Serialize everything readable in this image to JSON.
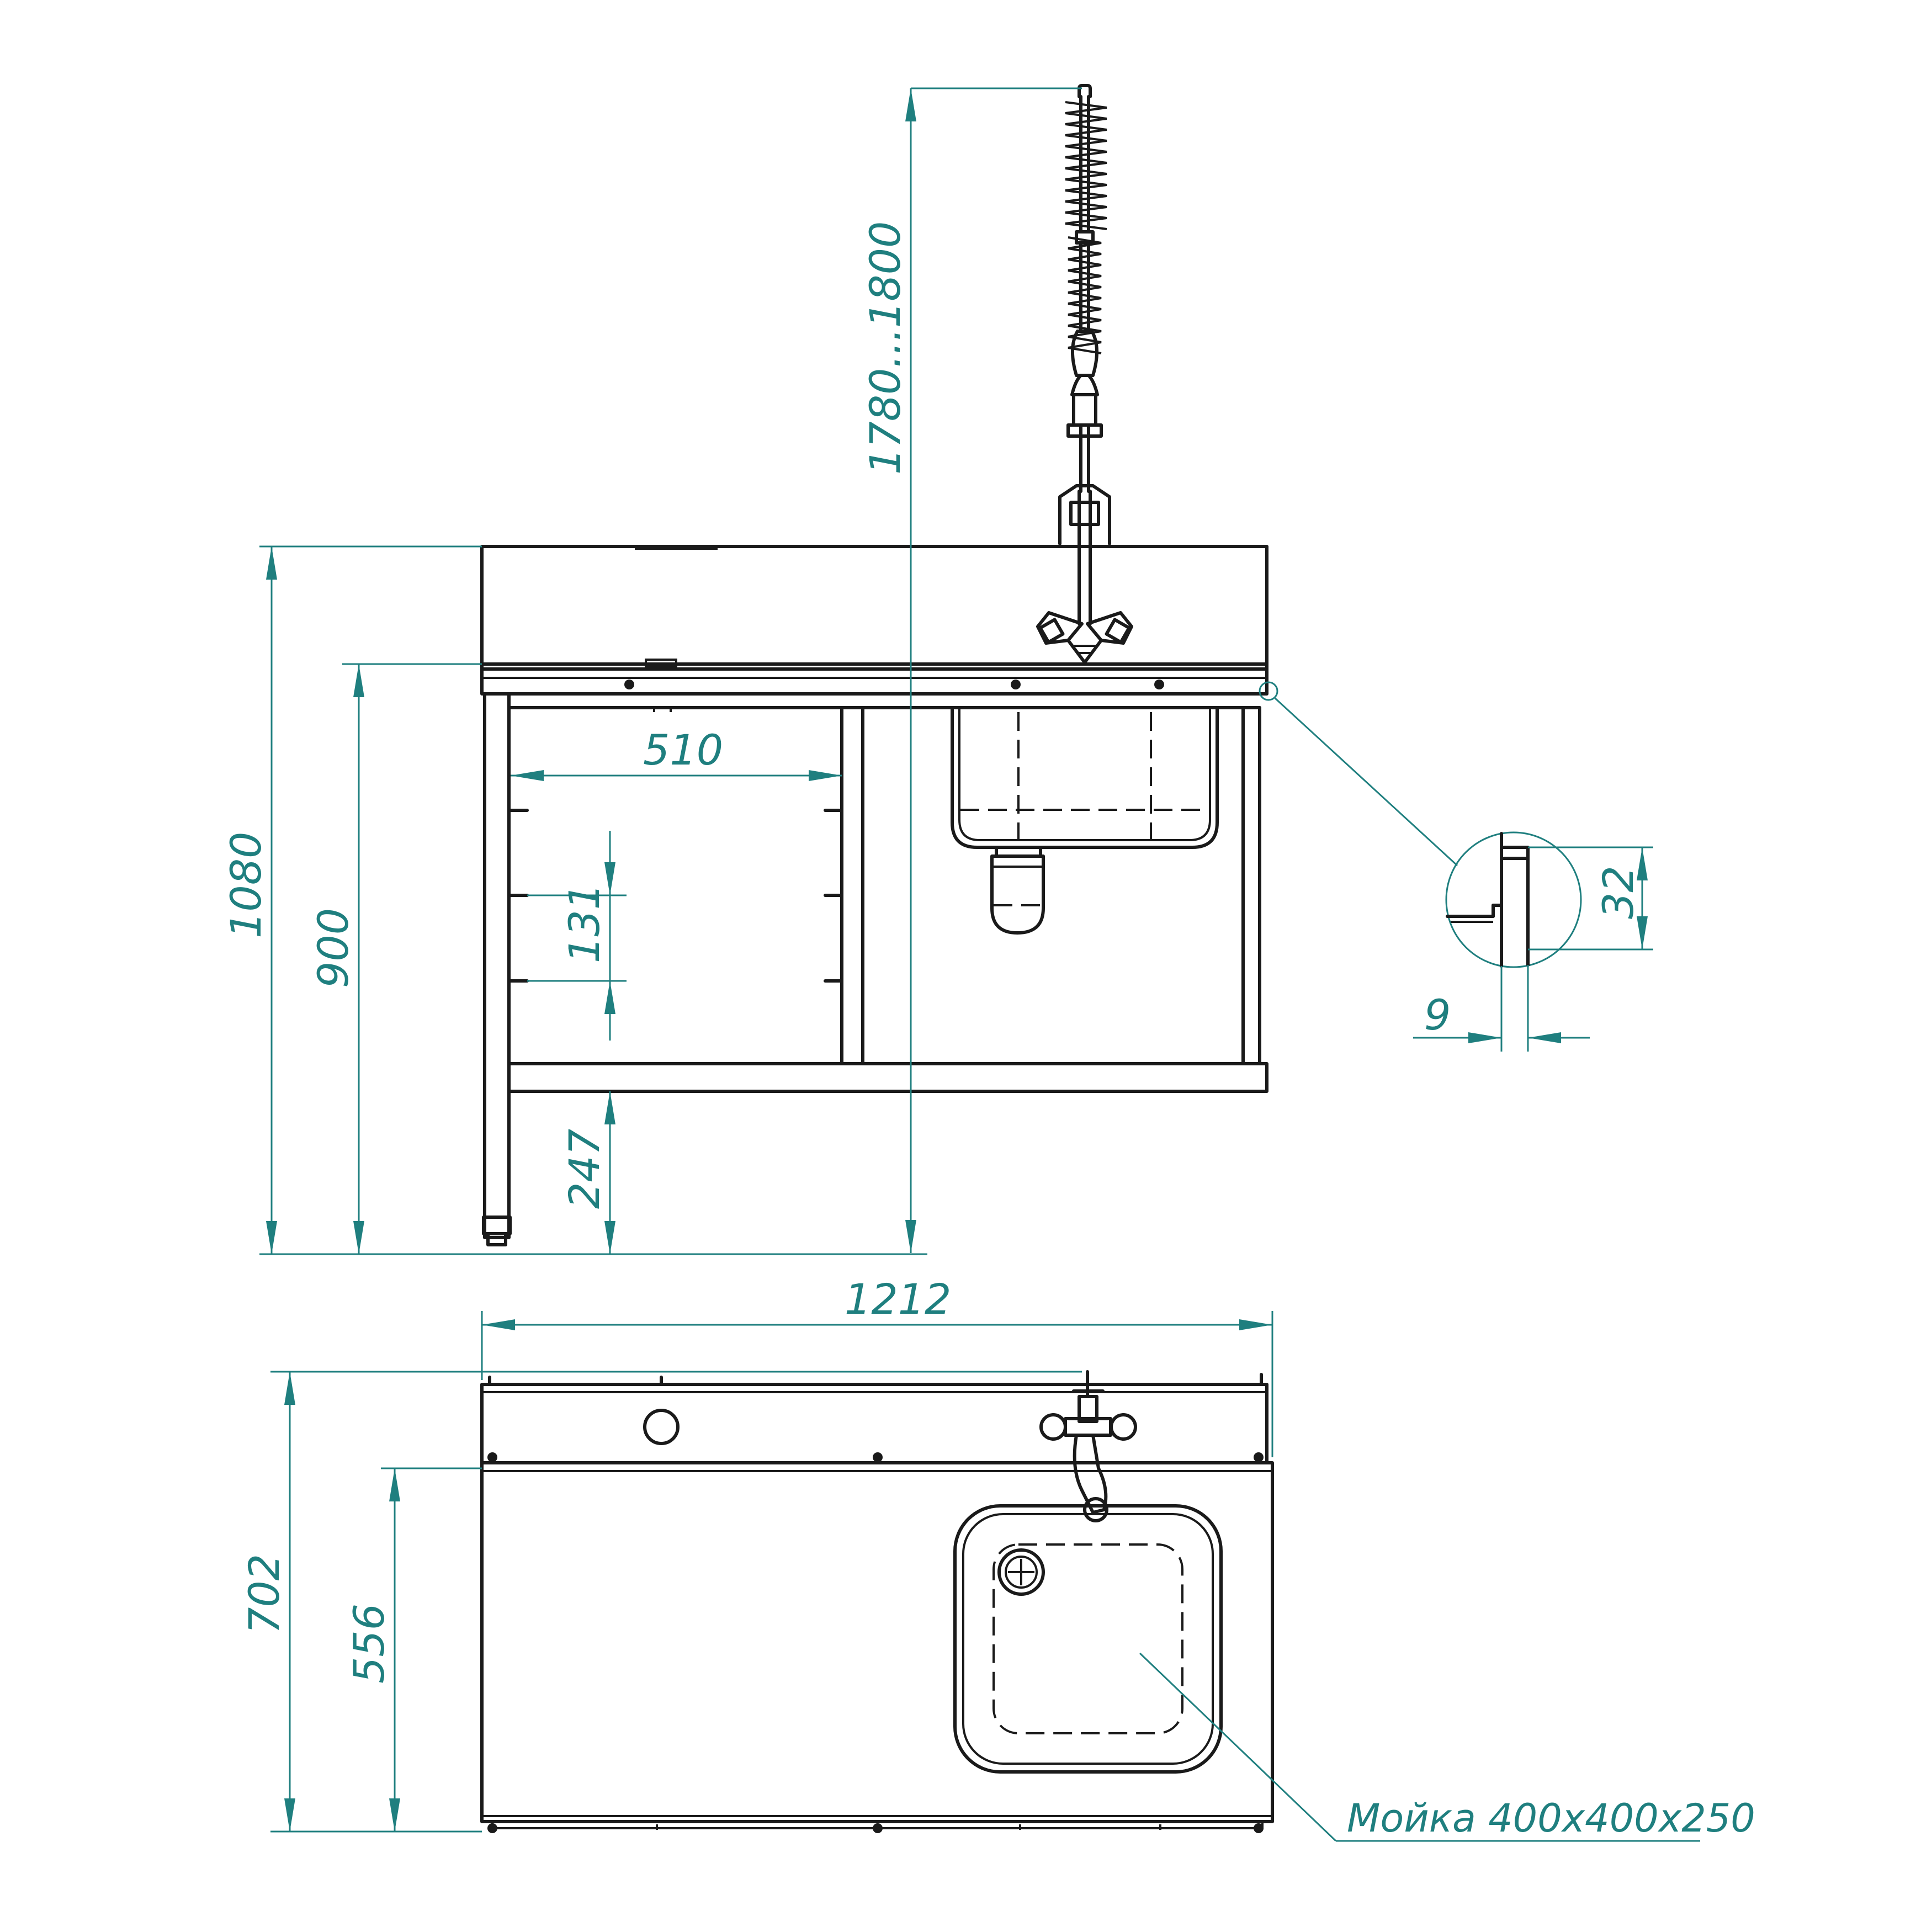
{
  "dimensions": {
    "faucet_height": "1780...1800",
    "total_height": "1080",
    "table_height": "900",
    "shelf_width": "510",
    "shelf_spacing": "131",
    "bottom_shelf_height": "247",
    "width": "1212",
    "depth_total": "702",
    "depth_top": "556",
    "detail_flange": "32",
    "detail_thickness": "9"
  },
  "labels": {
    "sink_note": "Мойка 400х400х250"
  },
  "colors": {
    "line": "#1a1a1a",
    "dimension": "#1f7f7f"
  }
}
